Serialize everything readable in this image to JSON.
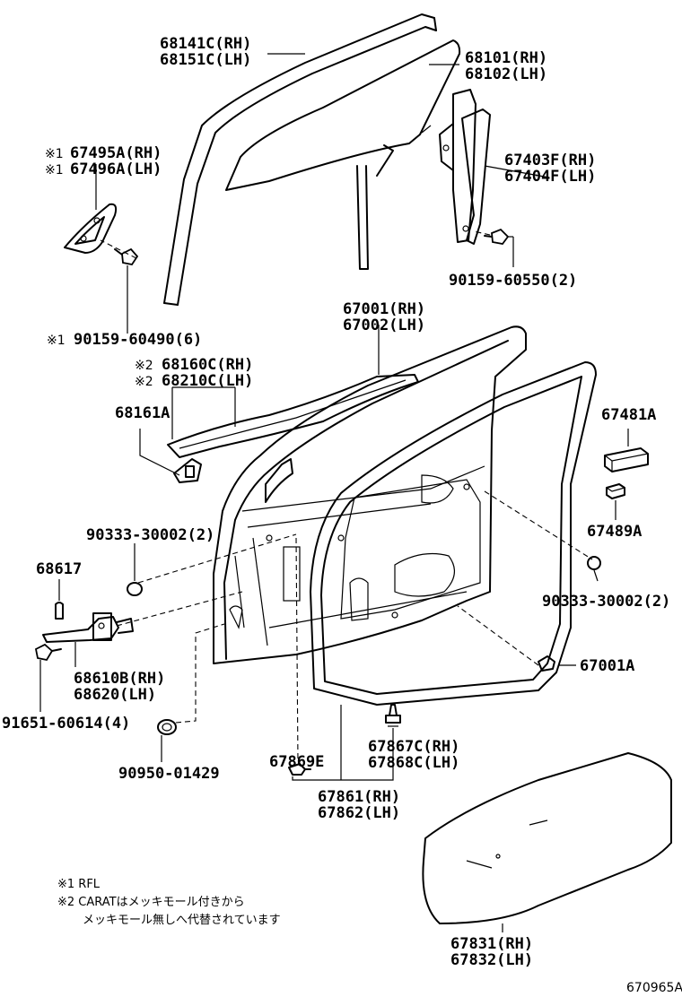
{
  "callouts": [
    {
      "id": "c68141",
      "lines": [
        "68141C(RH)",
        "68151C(LH)"
      ],
      "mark": ""
    },
    {
      "id": "c68101",
      "lines": [
        "68101(RH)",
        "68102(LH)"
      ],
      "mark": ""
    },
    {
      "id": "c67495",
      "lines": [
        "67495A(RH)",
        "67496A(LH)"
      ],
      "mark": "※1"
    },
    {
      "id": "c67403",
      "lines": [
        "67403F(RH)",
        "67404F(LH)"
      ],
      "mark": ""
    },
    {
      "id": "c90159b",
      "lines": [
        "90159-60550(2)"
      ],
      "mark": ""
    },
    {
      "id": "c90159a",
      "lines": [
        "90159-60490(6)"
      ],
      "mark": "※1"
    },
    {
      "id": "c67001",
      "lines": [
        "67001(RH)",
        "67002(LH)"
      ],
      "mark": ""
    },
    {
      "id": "c68160",
      "lines": [
        "68160C(RH)",
        "68210C(LH)"
      ],
      "mark": "※2"
    },
    {
      "id": "c68161",
      "lines": [
        "68161A"
      ],
      "mark": ""
    },
    {
      "id": "c67481",
      "lines": [
        "67481A"
      ],
      "mark": ""
    },
    {
      "id": "c67489",
      "lines": [
        "67489A"
      ],
      "mark": ""
    },
    {
      "id": "c90333a",
      "lines": [
        "90333-30002(2)"
      ],
      "mark": ""
    },
    {
      "id": "c90333b",
      "lines": [
        "90333-30002(2)"
      ],
      "mark": ""
    },
    {
      "id": "c68617",
      "lines": [
        "68617"
      ],
      "mark": ""
    },
    {
      "id": "c67001a",
      "lines": [
        "67001A"
      ],
      "mark": ""
    },
    {
      "id": "c68610",
      "lines": [
        "68610B(RH)",
        "68620(LH)"
      ],
      "mark": ""
    },
    {
      "id": "c91651",
      "lines": [
        "91651-60614(4)"
      ],
      "mark": ""
    },
    {
      "id": "c67869",
      "lines": [
        "67869E"
      ],
      "mark": ""
    },
    {
      "id": "c67867",
      "lines": [
        "67867C(RH)",
        "67868C(LH)"
      ],
      "mark": ""
    },
    {
      "id": "c90950",
      "lines": [
        "90950-01429"
      ],
      "mark": ""
    },
    {
      "id": "c67861",
      "lines": [
        "67861(RH)",
        "67862(LH)"
      ],
      "mark": ""
    },
    {
      "id": "c67831",
      "lines": [
        "67831(RH)",
        "67832(LH)"
      ],
      "mark": ""
    }
  ],
  "notes": {
    "note1": "※1 RFL",
    "note2_line1": "※2 CARATはメッキモール付きから",
    "note2_line2": "メッキモール無しへ代替されています"
  },
  "reference_code": "670965A"
}
